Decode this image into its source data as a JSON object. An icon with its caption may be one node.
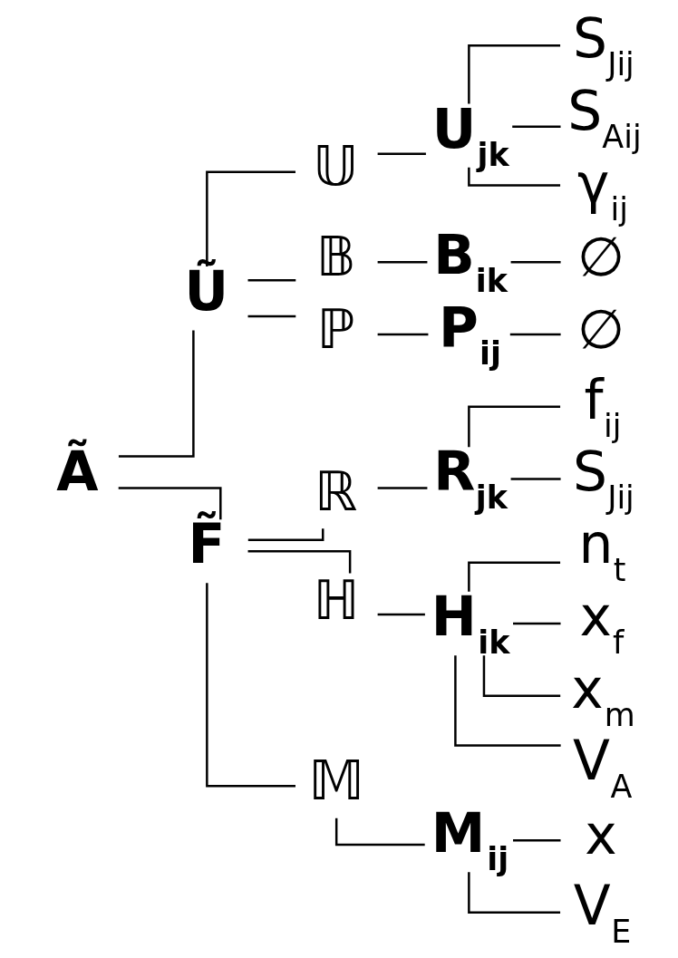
{
  "diagram": {
    "nodes": [
      {
        "text": [
          "Ã"
        ]
      },
      {
        "text": [
          "Ũ"
        ]
      },
      {
        "text": [
          "𝕌"
        ]
      },
      {
        "text": [
          "U$_{jk}$"
        ]
      },
      {
        "text": [
          "S$_{Jij}$"
        ]
      },
      {
        "text": [
          "S$_{Aij}$"
        ]
      },
      {
        "text": [
          "γ$_{ij}$"
        ]
      },
      {
        "text": [
          "𝔹"
        ]
      },
      {
        "text": [
          "B$_{ik}$"
        ]
      },
      {
        "text": [
          "∅"
        ]
      },
      {
        "text": [
          "ℙ"
        ]
      },
      {
        "text": [
          "P$_{ij}$"
        ]
      },
      {
        "text": [
          "∅"
        ]
      },
      {
        "text": [
          "F̃"
        ]
      },
      {
        "text": [
          "ℝ"
        ]
      },
      {
        "text": [
          "R$_{jk}$"
        ]
      },
      {
        "text": [
          "f$_{ij}$"
        ]
      },
      {
        "text": [
          "S$_{Jij}$"
        ]
      },
      {
        "text": [
          "ℍ"
        ]
      },
      {
        "text": [
          "H$_{ik}$"
        ]
      },
      {
        "text": [
          "n$_{t}$"
        ]
      },
      {
        "text": [
          "x$_{f}$"
        ]
      },
      {
        "text": [
          "x$_{m}$"
        ]
      },
      {
        "text": [
          "V$_{A}$"
        ]
      },
      {
        "text": [
          "𝕄"
        ]
      },
      {
        "text": [
          "M$_{ij}$"
        ]
      },
      {
        "text": [
          "x"
        ]
      },
      {
        "text": [
          "V$_{E}$"
        ]
      }
    ],
    "edges": [
      {
        "from": 0,
        "to": 1,
        "arrow": "none"
      },
      {
        "from": 0,
        "to": 13,
        "arrow": "none"
      },
      {
        "from": 1,
        "to": 2,
        "arrow": "none"
      },
      {
        "from": 1,
        "to": 7,
        "arrow": "none"
      },
      {
        "from": 1,
        "to": 10,
        "arrow": "none"
      },
      {
        "from": 2,
        "to": 3,
        "arrow": "none"
      },
      {
        "from": 3,
        "to": 4,
        "arrow": "none"
      },
      {
        "from": 3,
        "to": 5,
        "arrow": "none"
      },
      {
        "from": 3,
        "to": 6,
        "arrow": "none"
      },
      {
        "from": 7,
        "to": 8,
        "arrow": "none"
      },
      {
        "from": 8,
        "to": 9,
        "arrow": "none"
      },
      {
        "from": 10,
        "to": 11,
        "arrow": "none"
      },
      {
        "from": 11,
        "to": 12,
        "arrow": "none"
      },
      {
        "from": 13,
        "to": 14,
        "arrow": "none"
      },
      {
        "from": 13,
        "to": 18,
        "arrow": "none"
      },
      {
        "from": 13,
        "to": 24,
        "arrow": "none"
      },
      {
        "from": 14,
        "to": 15,
        "arrow": "none"
      },
      {
        "from": 15,
        "to": 16,
        "arrow": "none"
      },
      {
        "from": 15,
        "to": 17,
        "arrow": "none"
      },
      {
        "from": 18,
        "to": 19,
        "arrow": "none"
      },
      {
        "from": 19,
        "to": 20,
        "arrow": "none"
      },
      {
        "from": 19,
        "to": 21,
        "arrow": "none"
      },
      {
        "from": 19,
        "to": 22,
        "arrow": "none"
      },
      {
        "from": 19,
        "to": 23,
        "arrow": "none"
      },
      {
        "from": 24,
        "to": 25,
        "arrow": "none"
      },
      {
        "from": 25,
        "to": 26,
        "arrow": "none"
      },
      {
        "from": 25,
        "to": 27,
        "arrow": "none"
      }
    ]
  }
}
